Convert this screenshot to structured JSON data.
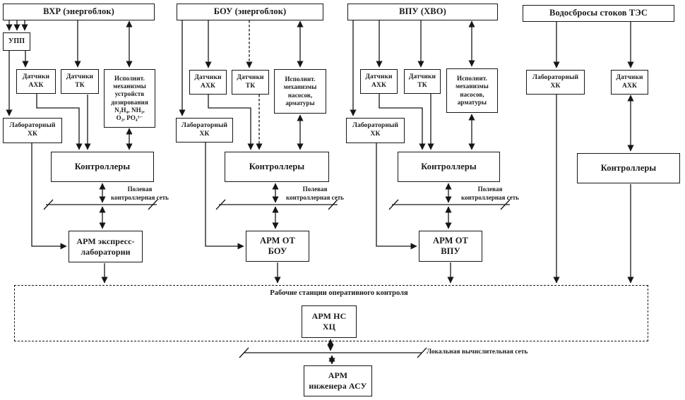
{
  "diagram": {
    "colors": {
      "line": "#161616",
      "background": "#ffffff"
    },
    "columns": [
      {
        "title": "ВХР (энергоблок)",
        "upp": "УПП",
        "sensors_axk": "Датчики\nАХК",
        "sensors_tk": "Датчики\nТК",
        "actuators": "Исполнит.\nмеханизмы\nустройств\nдозирования\nN₂H₄, NH₃,\nO₂, PO₄³⁻",
        "lab": "Лабораторный\nХК",
        "controllers": "Контроллеры",
        "field_net": "Полевая\nконтроллерная сеть",
        "arm": "АРМ экспресс-\nлаборатории"
      },
      {
        "title": "БОУ (энергоблок)",
        "sensors_axk": "Датчики\nАХК",
        "sensors_tk": "Датчики\nТК",
        "actuators": "Исполнит.\nмеханизмы\nнасосов,\nарматуры",
        "lab": "Лабораторный\nХК",
        "controllers": "Контроллеры",
        "field_net": "Полевая\nконтроллерная сеть",
        "arm": "АРМ ОТ\nБОУ"
      },
      {
        "title": "ВПУ (ХВО)",
        "sensors_axk": "Датчики\nАХК",
        "sensors_tk": "Датчики\nТК",
        "actuators": "Исполнит.\nмеханизмы\nнасосов,\nарматуры",
        "lab": "Лабораторный\nХК",
        "controllers": "Контроллеры",
        "field_net": "Полевая\nконтроллерная сеть",
        "arm": "АРМ ОТ\nВПУ"
      },
      {
        "title": "Водосбросы стоков ТЭС",
        "lab": "Лабораторный\nХК",
        "sensors_axk": "Датчики\nАХК",
        "controllers": "Контроллеры"
      }
    ],
    "bottom": {
      "workstations_label": "Рабочие станции оперативного контроля",
      "arm_ns": "АРМ НС\nХЦ",
      "local_net": "Локальная вычислительная сеть",
      "arm_engineer": "АРМ\nинженера АСУ"
    }
  }
}
